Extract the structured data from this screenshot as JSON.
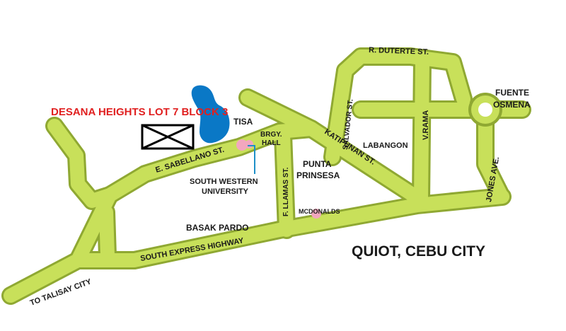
{
  "map": {
    "colors": {
      "road_fill": "#C8E05A",
      "road_outline": "#8FA832",
      "lake": "#0A78C6",
      "highlight_title": "#E02020",
      "landmark_marker": "#F2A7BE",
      "leader_line": "#1E90C8",
      "text": "#1a1a1a"
    },
    "title": "DESANA HEIGHTS LOT 7 BLOCK 3",
    "location_title": "QUIOT, CEBU CITY",
    "roads": {
      "r_duterte": "R. DUTERTE ST.",
      "salvador": "SALVADOR ST.",
      "v_rama": "V.RAMA",
      "katipunan": "KATIPUNAN ST.",
      "e_sabellano": "E. SABELLANO ST.",
      "f_llamas": "F. LLAMAS ST.",
      "jones": "JONES AVE.",
      "south_express": "SOUTH EXPRESS HIGHWAY",
      "to_talisay": "TO TALISAY CITY"
    },
    "places": {
      "fuente_line1": "FUENTE",
      "fuente_line2": "OSMENA",
      "labangon": "LABANGON",
      "tisa": "TISA",
      "brgy_line1": "BRGY.",
      "brgy_line2": "HALL",
      "punta_line1": "PUNTA",
      "punta_line2": "PRINSESA",
      "swu_line1": "SOUTH WESTERN",
      "swu_line2": "UNIVERSITY",
      "basak_pardo": "BASAK PARDO",
      "mcdonalds": "MCDONALDS"
    },
    "markers": {
      "property_icon": "boxed-x-icon",
      "landmark_icon": "pink-circle-icon"
    }
  }
}
